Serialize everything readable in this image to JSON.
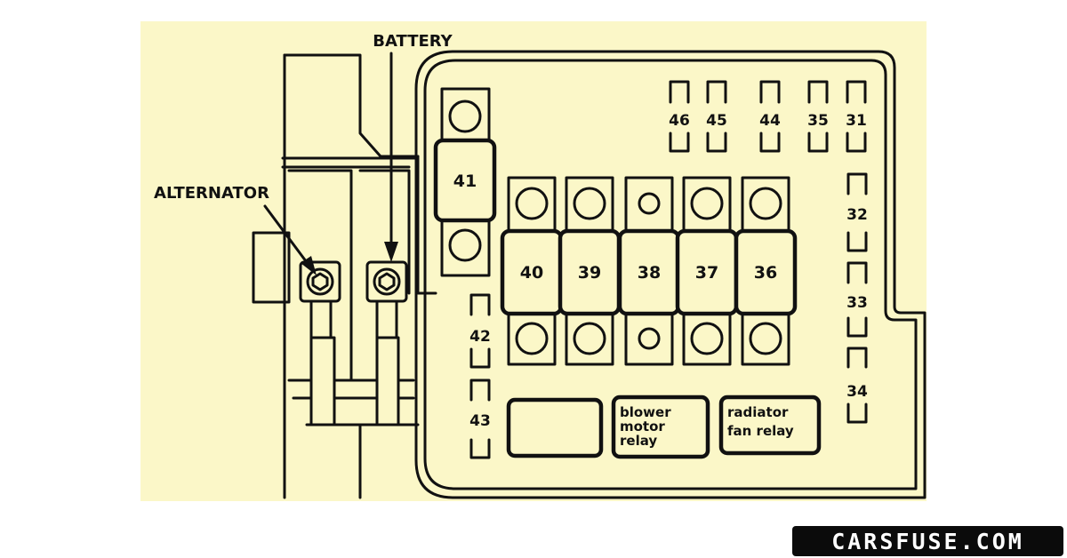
{
  "colors": {
    "background": "#fbf7c8",
    "ink": "#111111",
    "watermark_bg": "#0b0b0b",
    "watermark_text": "#ffffff"
  },
  "labels": {
    "battery": "BATTERY",
    "alternator": "ALTERNATOR"
  },
  "large_fuses": [
    "41",
    "40",
    "39",
    "38",
    "37",
    "36"
  ],
  "small_fuses_top": [
    "46",
    "45",
    "44",
    "35",
    "31"
  ],
  "small_fuses_right": [
    "32",
    "33",
    "34"
  ],
  "small_fuses_left": [
    "42",
    "43"
  ],
  "relays": {
    "blower": [
      "blower",
      "motor",
      "relay"
    ],
    "radiator": [
      "radiator",
      "fan relay"
    ]
  },
  "watermark": "CARSFUSE.COM"
}
